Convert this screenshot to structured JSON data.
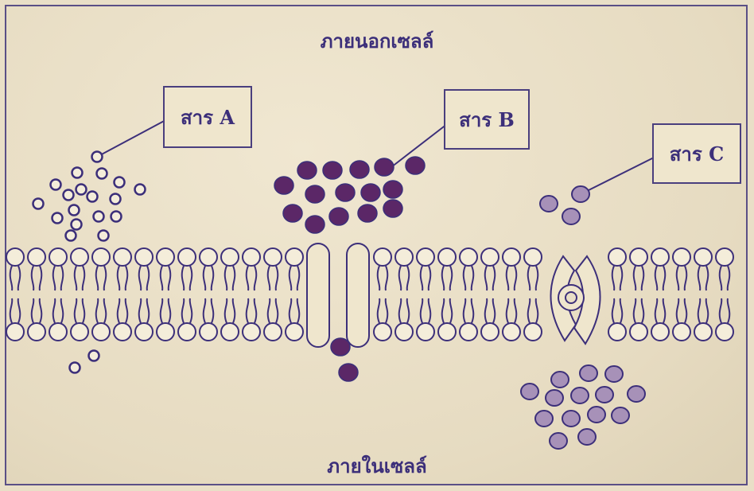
{
  "regions": {
    "outside_label": "ภายนอกเซลล์",
    "inside_label": "ภายในเซลล์"
  },
  "substances": {
    "a": {
      "label": "สาร A"
    },
    "b": {
      "label": "สาร B"
    },
    "c": {
      "label": "สาร C"
    }
  },
  "colors": {
    "ink": "#3c2f7a",
    "substance_b": "#5b2767",
    "substance_c": "#a791b8",
    "background": "#e9dfc7"
  }
}
